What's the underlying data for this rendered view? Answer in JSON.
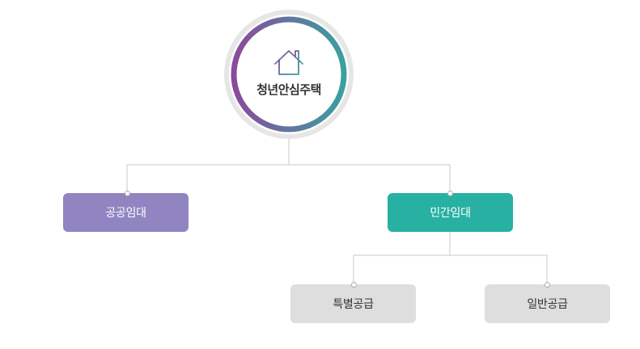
{
  "root": {
    "label": "청년안심주택",
    "icon": "house-icon",
    "ring_gradient": [
      "#8b4a9c",
      "#3aa0a0"
    ],
    "halo_color": "#e6e6e6"
  },
  "level1": [
    {
      "label": "공공임대",
      "bg": "#9085c1",
      "fg": "#ffffff"
    },
    {
      "label": "민간임대",
      "bg": "#28b1a3",
      "fg": "#ffffff"
    }
  ],
  "level2": [
    {
      "label": "특별공급",
      "bg": "#dedede",
      "fg": "#333333"
    },
    {
      "label": "일반공급",
      "bg": "#dedede",
      "fg": "#333333"
    }
  ],
  "connector_color": "#c8c8c8"
}
